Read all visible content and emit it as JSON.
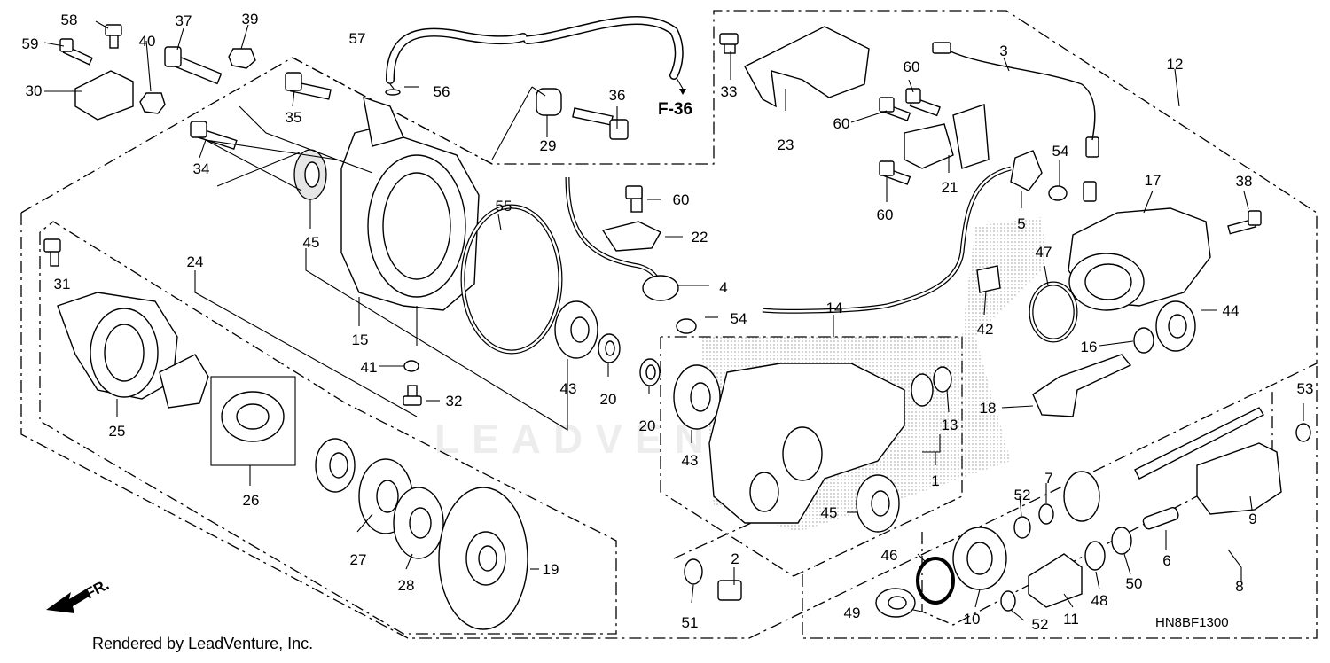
{
  "footer_text": "Rendered by LeadVenture, Inc.",
  "diagram_code": "HN8BF1300",
  "reference_label": "F-36",
  "direction_label": "FR.",
  "watermark": "LEADVENTURE",
  "callouts": {
    "c1": "1",
    "c2": "2",
    "c3": "3",
    "c4": "4",
    "c5": "5",
    "c6": "6",
    "c7": "7",
    "c8": "8",
    "c9": "9",
    "c10": "10",
    "c11": "11",
    "c12": "12",
    "c13": "13",
    "c14": "14",
    "c15": "15",
    "c16": "16",
    "c17": "17",
    "c18": "18",
    "c19": "19",
    "c20a": "20",
    "c20b": "20",
    "c21": "21",
    "c22": "22",
    "c23": "23",
    "c24": "24",
    "c25": "25",
    "c26": "26",
    "c27": "27",
    "c28": "28",
    "c29": "29",
    "c30": "30",
    "c31": "31",
    "c32": "32",
    "c33": "33",
    "c34": "34",
    "c35": "35",
    "c36": "36",
    "c37": "37",
    "c38": "38",
    "c39": "39",
    "c40": "40",
    "c41": "41",
    "c42": "42",
    "c43a": "43",
    "c43b": "43",
    "c44": "44",
    "c45a": "45",
    "c45b": "45",
    "c46": "46",
    "c47": "47",
    "c48": "48",
    "c49": "49",
    "c50": "50",
    "c51": "51",
    "c52a": "52",
    "c52b": "52",
    "c53": "53",
    "c54a": "54",
    "c54b": "54",
    "c55": "55",
    "c56": "56",
    "c57": "57",
    "c58": "58",
    "c59": "59",
    "c60a": "60",
    "c60b": "60",
    "c60c": "60",
    "c60d": "60"
  }
}
